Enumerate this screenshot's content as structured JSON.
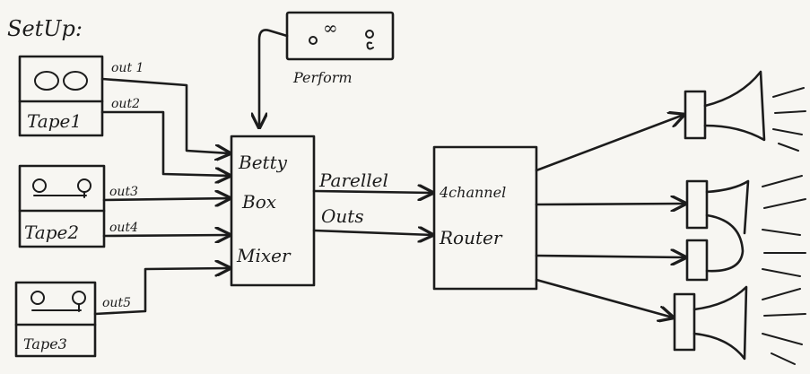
{
  "heading": "SetUp:",
  "perform": {
    "label": "Perform"
  },
  "tapes": [
    {
      "label": "Tape1",
      "outputs": [
        "out 1",
        "out2"
      ]
    },
    {
      "label": "Tape2",
      "outputs": [
        "out3",
        "out4"
      ]
    },
    {
      "label": "Tape3",
      "outputs": [
        "out5"
      ]
    }
  ],
  "mixer": {
    "lines": [
      "Betty",
      "Box",
      "Mixer"
    ]
  },
  "parallel_outs": {
    "line1": "Parellel",
    "line2": "Outs"
  },
  "router": {
    "line1": "4channel",
    "line2": "Router"
  },
  "speakers": {
    "count": 4
  }
}
